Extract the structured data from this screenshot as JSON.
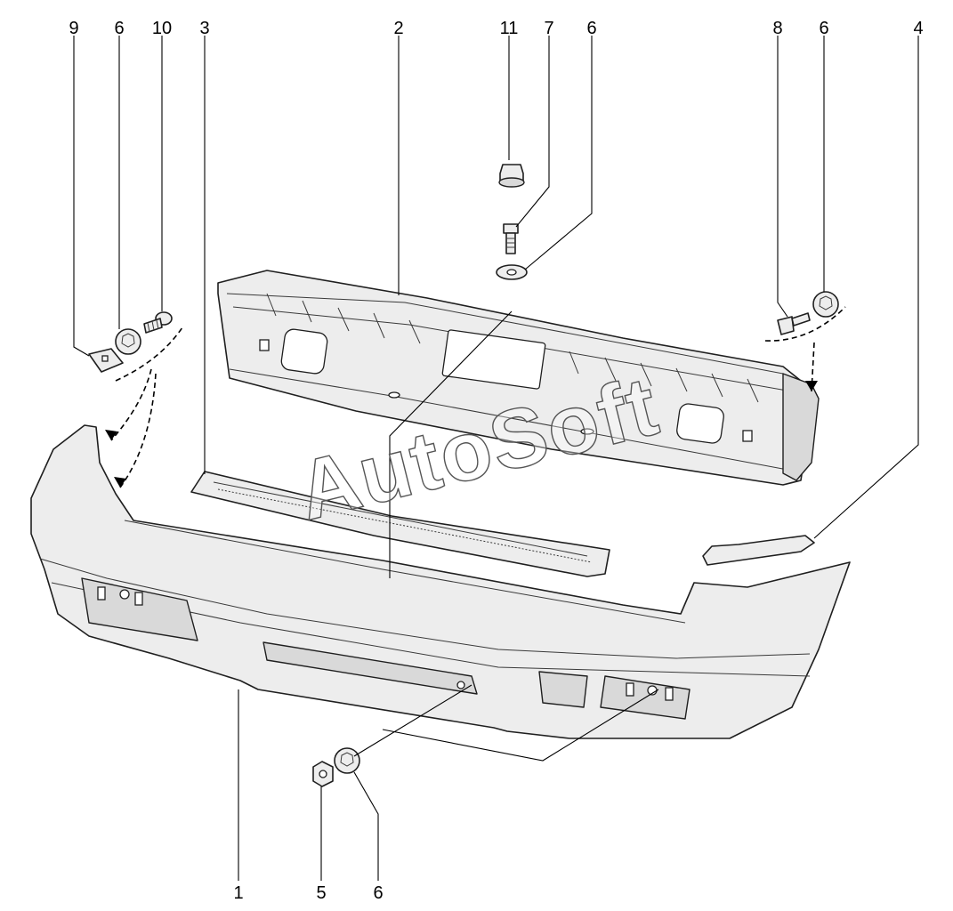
{
  "watermark": "AutoSoft",
  "callouts": {
    "c1": "1",
    "c2": "2",
    "c3": "3",
    "c4": "4",
    "c5": "5",
    "c6_top_left": "6",
    "c6_top_center": "6",
    "c6_top_right": "6",
    "c6_bottom": "6",
    "c7": "7",
    "c8": "8",
    "c9": "9",
    "c10": "10",
    "c11": "11"
  },
  "colors": {
    "line": "#1f1f1f",
    "part_fill": "#ededed",
    "background": "#ffffff"
  }
}
